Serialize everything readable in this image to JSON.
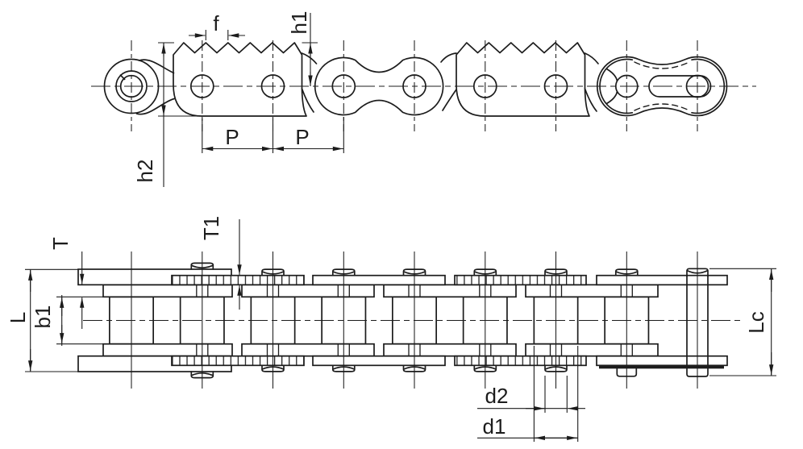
{
  "drawing": {
    "background_color": "#ffffff",
    "line_color": "#1c1c1c",
    "side_view": {
      "tooth_pitch_label": "f",
      "tooth_height_label": "h1",
      "plate_height_label": "h2",
      "pitch_left_label": "P",
      "pitch_right_label": "P"
    },
    "plan_view": {
      "overall_pin_length_label": "L",
      "inner_width_label": "b1",
      "plate_thickness_label": "T",
      "sharp_plate_thickness_label": "T1",
      "connecting_link_pin_length_label": "Lc",
      "roller_diameter_label": "d1",
      "pin_diameter_label": "d2"
    }
  }
}
